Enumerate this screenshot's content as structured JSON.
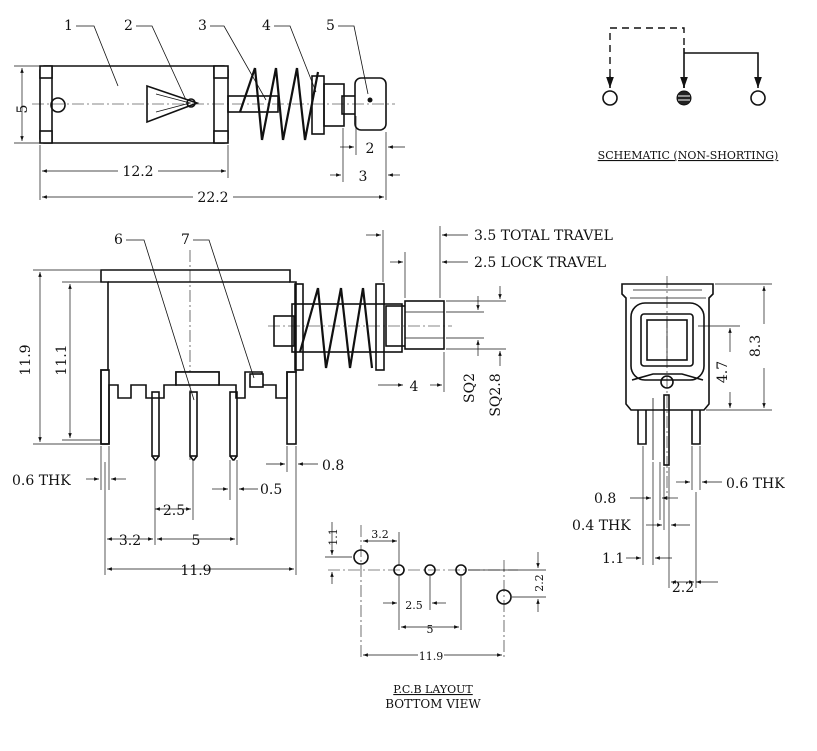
{
  "callouts": [
    "1",
    "2",
    "3",
    "4",
    "5",
    "6",
    "7"
  ],
  "top_view": {
    "d_height": "5",
    "d_body": "12.2",
    "d_total": "22.2",
    "d_stem": "2",
    "d_cap": "3"
  },
  "schematic": {
    "caption": "SCHEMATIC (NON-SHORTING)"
  },
  "side_view": {
    "d_total_travel": "3.5 TOTAL TRAVEL",
    "d_lock_travel": "2.5 LOCK TRAVEL",
    "d_h1": "11.9",
    "d_h2": "11.1",
    "d_sq2": "SQ2",
    "d_sq28": "SQ2.8",
    "d_4": "4",
    "d_thk": "0.6 THK",
    "d_08": "0.8",
    "d_25": "2.5",
    "d_05": "0.5",
    "d_32": "3.2",
    "d_5": "5",
    "d_119": "11.9"
  },
  "end_view": {
    "d_83": "8.3",
    "d_47": "4.7",
    "d_thk06": "0.6 THK",
    "d_08": "0.8",
    "d_thk04": "0.4 THK",
    "d_11": "1.1",
    "d_22": "2.2"
  },
  "pcb": {
    "d_11": "1.1",
    "d_32": "3.2",
    "d_22": "2.2",
    "d_25": "2.5",
    "d_5": "5",
    "d_119": "11.9",
    "title": "P.C.B LAYOUT",
    "subtitle": "BOTTOM VIEW"
  }
}
